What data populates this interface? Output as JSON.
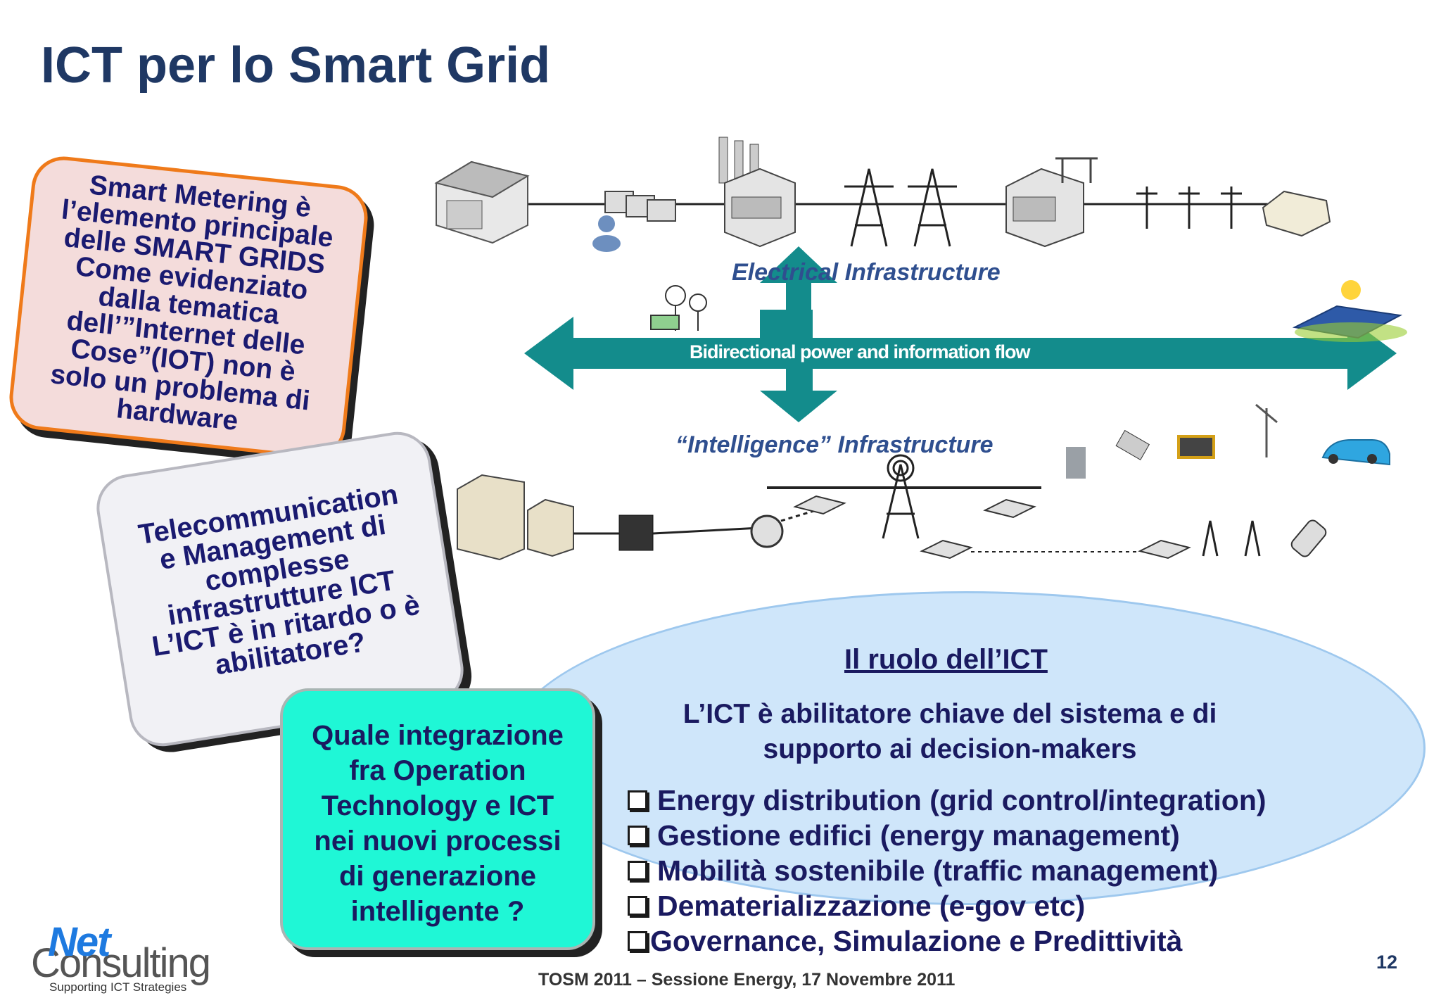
{
  "slide": {
    "title": "ICT per lo Smart Grid",
    "page_number": "12",
    "footer": "TOSM 2011 – Sessione Energy, 17 Novembre 2011"
  },
  "diagram": {
    "electrical_label": "Electrical Infrastructure",
    "flow_label": "Bidirectional power and information flow",
    "intelligence_label": "“Intelligence” Infrastructure"
  },
  "callouts": {
    "smart_metering": [
      "Smart Metering è",
      "l’elemento principale",
      "delle SMART GRIDS",
      "Come evidenziato",
      "dalla tematica",
      "dell’”Internet delle",
      "Cose”(IOT) non è",
      "solo un problema di",
      "hardware"
    ],
    "telecom": [
      "Telecommunication",
      "e Management  di",
      "complesse",
      "infrastrutture ICT",
      "L’ICT è in ritardo o è",
      "abilitatore?"
    ],
    "integration": [
      "Quale integrazione",
      "fra Operation",
      "Technology e ICT",
      "nei nuovi processi",
      "di generazione",
      "intelligente ?"
    ]
  },
  "ict_role": {
    "title": "Il ruolo dell’ICT",
    "subtitle": [
      "L’ICT è abilitatore chiave del sistema e di",
      "supporto ai decision-makers"
    ],
    "bullets": [
      "Energy distribution (grid control/integration)",
      "Gestione edifici (energy management)",
      "Mobilità sostenibile (traffic management)",
      "Dematerializzazione (e-gov etc)",
      "Governance, Simulazione e Predittività"
    ]
  },
  "logo": {
    "brand_top": "Net",
    "brand_bottom": "Consulting",
    "tagline": "Supporting ICT Strategies"
  },
  "colors": {
    "title": "#1f3864",
    "arrow": "#138c8c",
    "callout_1_fill": "#f4dcdb",
    "callout_1_border": "#ef7a1a",
    "callout_3_fill": "#1ff7d6",
    "ellipse_fill": "#cfe6fa",
    "logo_blue": "#1e7ae0"
  }
}
